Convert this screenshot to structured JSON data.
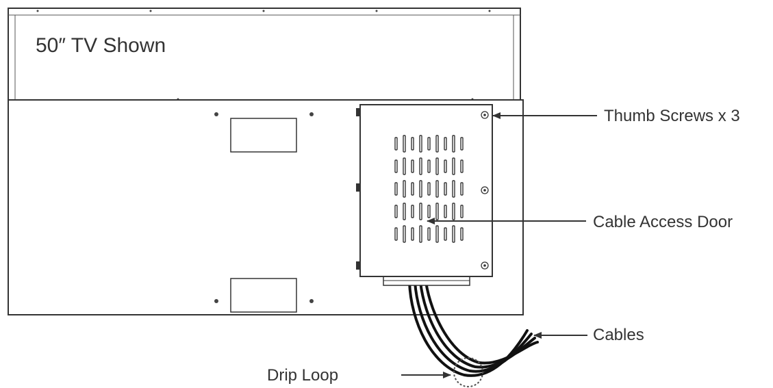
{
  "title": "50″ TV Shown",
  "callouts": {
    "thumb_screws": "Thumb Screws x 3",
    "cable_access_door": "Cable Access Door",
    "cables": "Cables",
    "drip_loop": "Drip Loop"
  },
  "colors": {
    "line": "#333333",
    "panel_fill": "#ffffff",
    "text": "#333333"
  }
}
